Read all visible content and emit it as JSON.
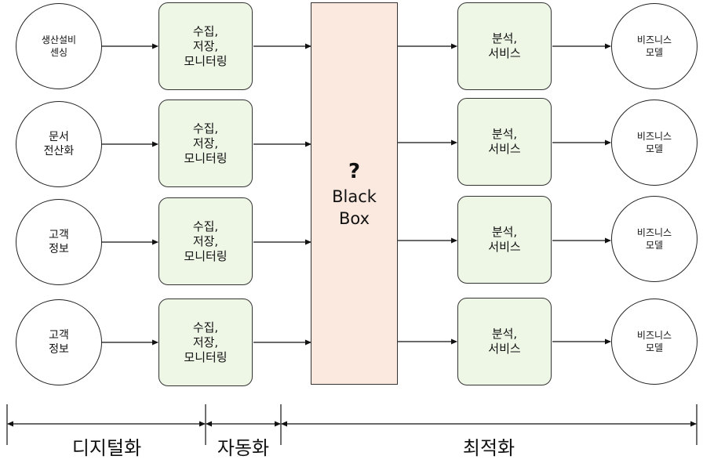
{
  "rows": [
    {
      "source": [
        "생산설비",
        "센싱"
      ],
      "collect": [
        "수집,",
        "저장,",
        "모니터링"
      ],
      "analysis": [
        "분석,",
        "서비스"
      ],
      "model": [
        "비즈니스",
        "모델"
      ]
    },
    {
      "source": [
        "문서",
        "전산화"
      ],
      "collect": [
        "수집,",
        "저장,",
        "모니터링"
      ],
      "analysis": [
        "분석,",
        "서비스"
      ],
      "model": [
        "비즈니스",
        "모델"
      ]
    },
    {
      "source": [
        "고객",
        "정보"
      ],
      "collect": [
        "수집,",
        "저장,",
        "모니터링"
      ],
      "analysis": [
        "분석,",
        "서비스"
      ],
      "model": [
        "비즈니스",
        "모델"
      ]
    },
    {
      "source": [
        "고객",
        "정보"
      ],
      "collect": [
        "수집,",
        "저장,",
        "모니터링"
      ],
      "analysis": [
        "분석,",
        "서비스"
      ],
      "model": [
        "비즈니스",
        "모델"
      ]
    }
  ],
  "black_box": {
    "mark": "?",
    "line1": "Black",
    "line2": "Box"
  },
  "phases": {
    "digitalization": "디지털화",
    "automation": "자동화",
    "optimization": "최적화"
  },
  "colors": {
    "process_fill": "#eef6e6",
    "black_box_fill": "#fbe9e0",
    "stroke": "#222222"
  }
}
